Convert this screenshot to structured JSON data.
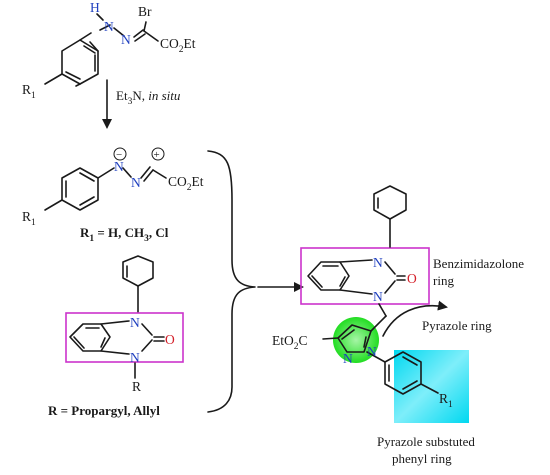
{
  "reagent": {
    "hydrazone": {
      "h": "H",
      "n1": "N",
      "n2": "N",
      "br": "Br",
      "co2et": "CO",
      "co2et_sub": "2",
      "co2et_tail": "Et",
      "r1": "R",
      "r1_sub": "1"
    },
    "condition": {
      "base": "Et",
      "base_sub": "3",
      "base_tail": "N,",
      "mode": " in situ"
    }
  },
  "intermediate": {
    "n1": "N",
    "n2": "N",
    "minus": "−",
    "plus": "+",
    "co2et": "CO",
    "co2et_sub": "2",
    "co2et_tail": "Et",
    "r1": "R",
    "r1_sub": "1",
    "r_caption": "R",
    "r_caption_sub": "1",
    "r_caption_tail": " = H, CH",
    "r_caption_sub2": "3",
    "r_caption_tail2": ", Cl"
  },
  "dipolarophile": {
    "n_top": "N",
    "n_bottom": "N",
    "o": "O",
    "r": "R",
    "r_caption": "R = Propargyl, Allyl"
  },
  "product": {
    "n_top": "N",
    "n_mid": "N",
    "o": "O",
    "pz_n1": "N",
    "pz_n2": "N",
    "ester_a": "EtO",
    "ester_sub": "2",
    "ester_b": "C",
    "r1": "R",
    "r1_sub": "1",
    "labels": {
      "benzimidazolone_1": "Benzimidazolone",
      "benzimidazolone_2": "ring",
      "pyrazole": "Pyrazole ring",
      "phenyl_1": "Pyrazole substuted",
      "phenyl_2": "phenyl ring"
    }
  },
  "colors": {
    "box": "#cc33cc",
    "pyrazole_highlight": "#22dd22",
    "phenyl_highlight": "#00d8f0",
    "nitrogen": "#1f3fbf",
    "oxygen": "#d4202a"
  }
}
